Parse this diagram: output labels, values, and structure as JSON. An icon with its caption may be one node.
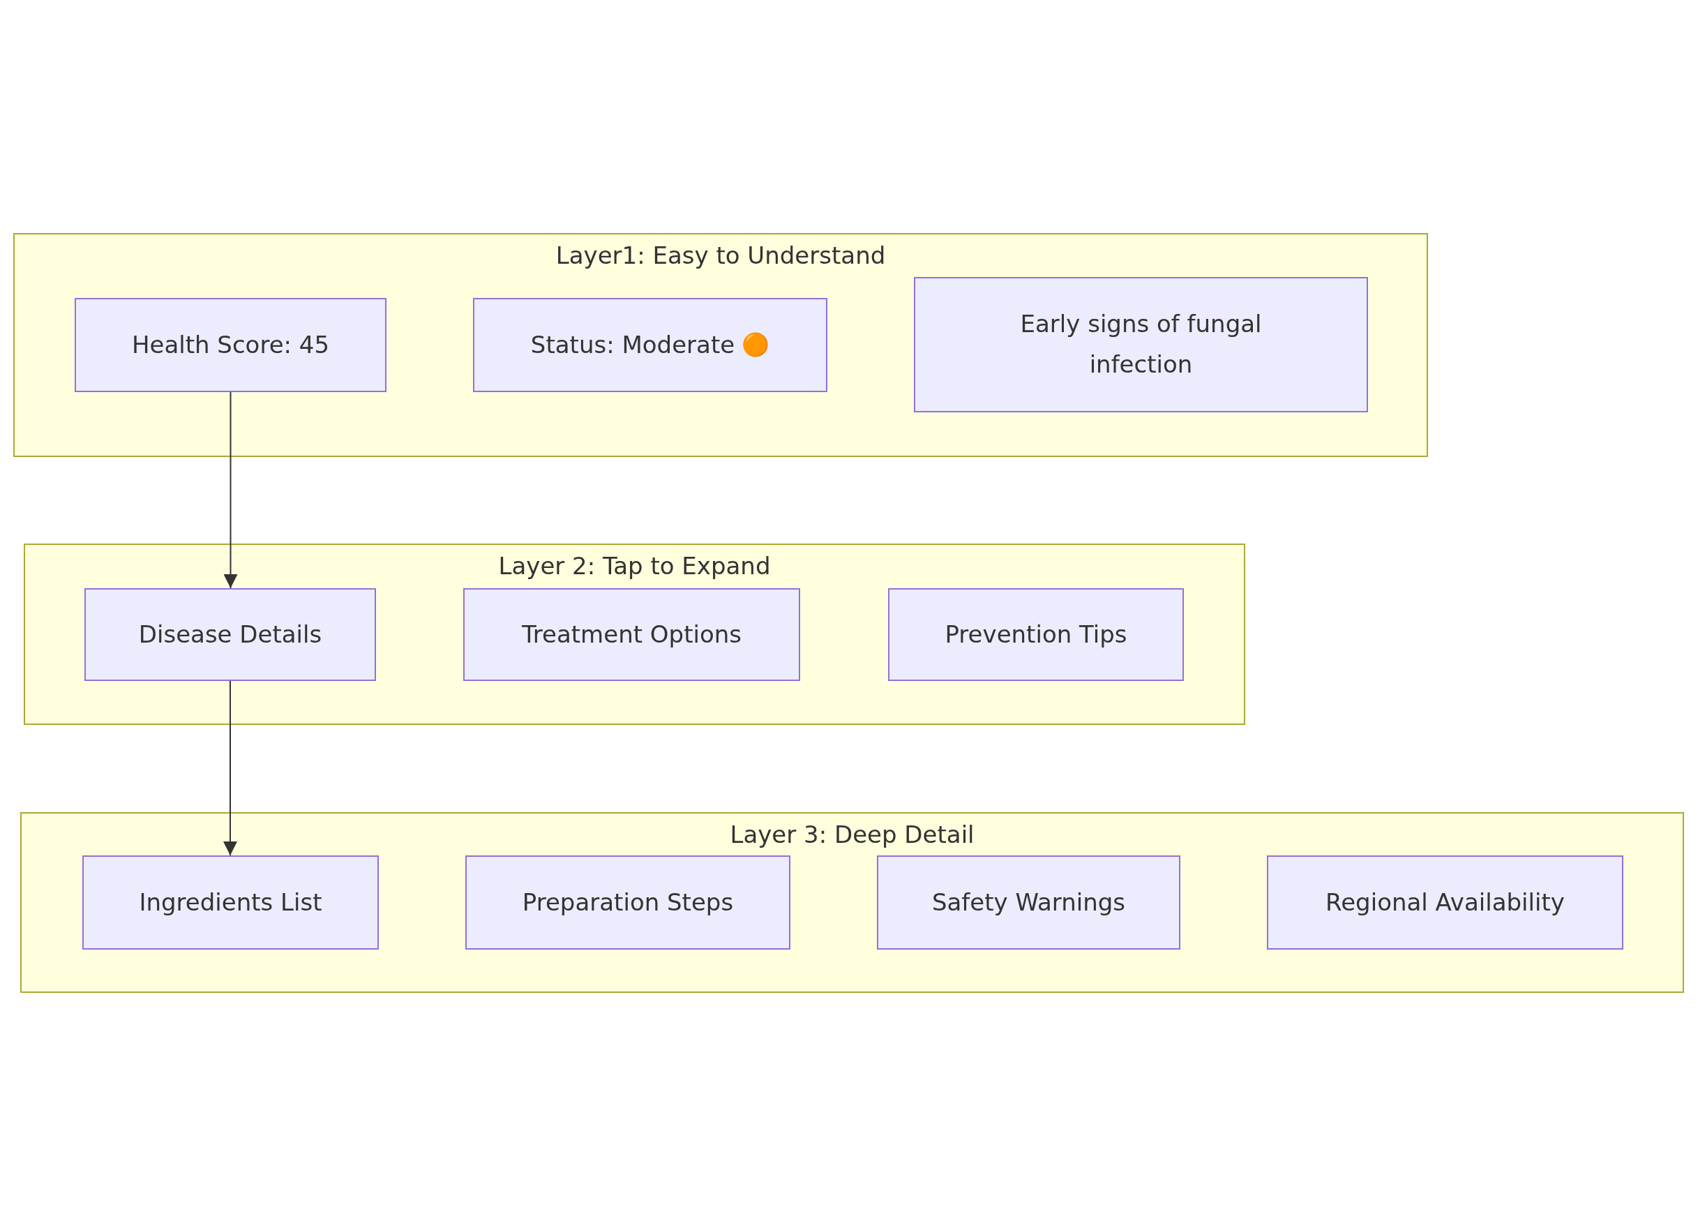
{
  "diagram": {
    "nodes": [
      {
        "text": [
          "Layer1: Easy to Understand"
        ]
      },
      {
        "text": [
          "Health Score: 45"
        ],
        "in": 0
      },
      {
        "text": [
          "Status: Moderate 🟠"
        ],
        "in": 0
      },
      {
        "text": [
          "Early signs of fungal infection"
        ],
        "in": 0
      },
      {
        "text": [
          "Layer 2: Tap to Expand"
        ]
      },
      {
        "text": [
          "Disease Details"
        ],
        "in": 4
      },
      {
        "text": [
          "Treatment Options"
        ],
        "in": 4
      },
      {
        "text": [
          "Prevention Tips"
        ],
        "in": 4
      },
      {
        "text": [
          "Layer 3: Deep Detail"
        ]
      },
      {
        "text": [
          "Ingredients List"
        ],
        "in": 8
      },
      {
        "text": [
          "Preparation Steps"
        ],
        "in": 8
      },
      {
        "text": [
          "Safety Warnings"
        ],
        "in": 8
      },
      {
        "text": [
          "Regional Availability"
        ],
        "in": 8
      }
    ],
    "edges": [
      {
        "from": 1,
        "to": 5,
        "arrow": "to"
      },
      {
        "from": 5,
        "to": 9,
        "arrow": "to"
      }
    ]
  }
}
